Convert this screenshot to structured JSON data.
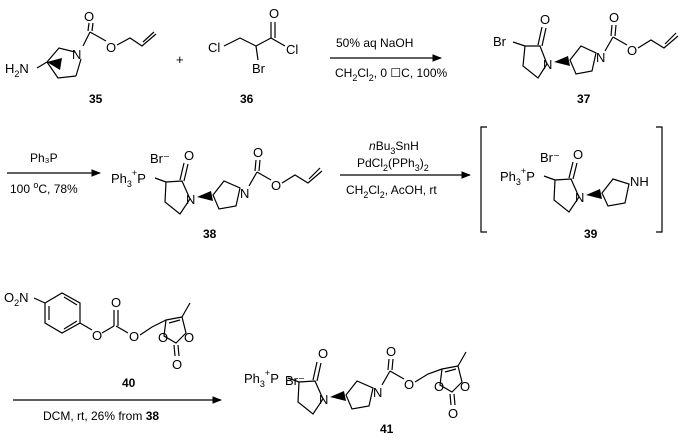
{
  "scheme": {
    "plus": "+",
    "compounds": {
      "c35": "35",
      "c36": "36",
      "c37": "37",
      "c38": "38",
      "c39": "39",
      "c40": "40",
      "c41": "41"
    },
    "atoms": {
      "H2N_H": "H",
      "H2N_2": "2",
      "H2N_N": "N",
      "N": "N",
      "O": "O",
      "Cl": "Cl",
      "Br": "Br",
      "Br_minus": "Br⁻",
      "NH": "NH",
      "Ph3": "Ph",
      "Ph3_sub": "3",
      "Ph3_plus": "+",
      "P": "P",
      "O2N_O": "O",
      "O2N_2": "2",
      "O2N_N": "N"
    },
    "step1": {
      "line1": "50% aq NaOH",
      "line2_a": "CH",
      "line2_sub1": "2",
      "line2_b": "Cl",
      "line2_sub2": "2",
      "line2_c": ", 0 ☐C, 100%"
    },
    "step2": {
      "line1": "Ph₃P",
      "line2_a": "100 ",
      "line2_sup": "o",
      "line2_b": "C, 78%"
    },
    "step3": {
      "line1_a": "n",
      "line1_b": "Bu",
      "line1_sub": "3",
      "line1_c": "SnH",
      "line2_a": "PdCl",
      "line2_sub1": "2",
      "line2_b": "(PPh",
      "line2_sub2": "3",
      "line2_c": ")",
      "line2_sub3": "2",
      "line3_a": "CH",
      "line3_sub1": "2",
      "line3_b": "Cl",
      "line3_sub2": "2",
      "line3_c": ", AcOH, rt"
    },
    "step4": {
      "line1_a": "DCM, rt, 26% from ",
      "line1_b": "38"
    }
  }
}
